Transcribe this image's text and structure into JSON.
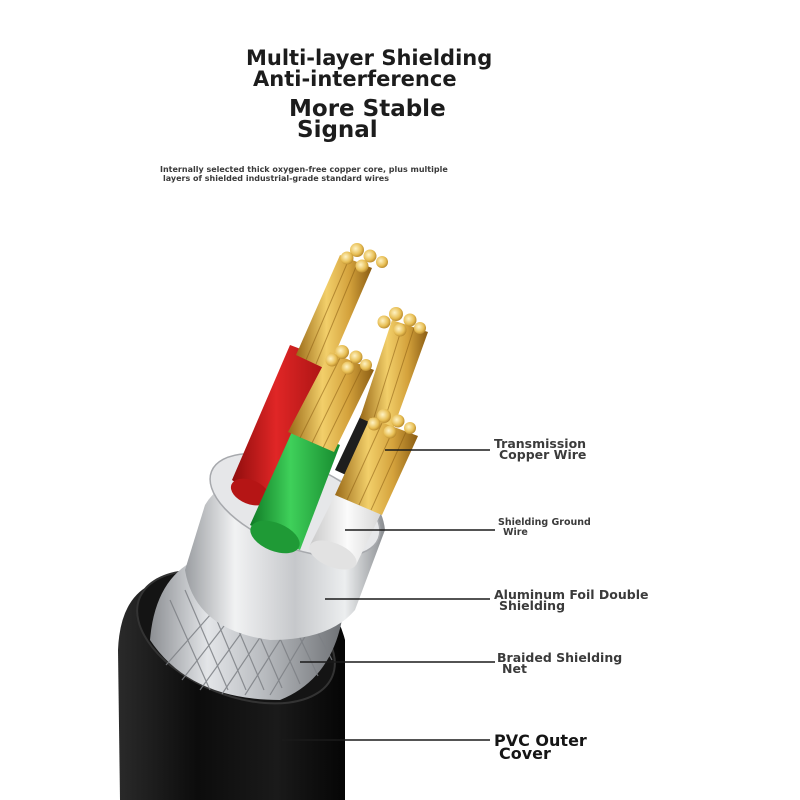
{
  "headline": {
    "line1": "Multi-layer Shielding",
    "line2": "Anti-interference",
    "line3": "More Stable",
    "line4": "Signal"
  },
  "description": {
    "line1": "Internally selected thick oxygen-free copper core, plus multiple",
    "line2": "layers of shielded industrial-grade standard wires"
  },
  "callouts": {
    "transmission": {
      "line1": "Transmission",
      "line2": "Copper Wire"
    },
    "shielding_ground": {
      "line1": "Shielding Ground",
      "line2": "Wire"
    },
    "aluminum_foil": {
      "line1": "Aluminum Foil Double",
      "line2": "Shielding"
    },
    "braided": {
      "line1": "Braided Shielding",
      "line2": "Net"
    },
    "pvc": {
      "line1": "PVC Outer",
      "line2": "Cover"
    }
  },
  "colors": {
    "outer_jacket": "#0f0f0f",
    "braid": "#c7c9cc",
    "foil": "#d9dbdd",
    "red_core": "#d21b1b",
    "green_core": "#21a83a",
    "white_core": "#eeeeee",
    "black_core": "#1e1e1e",
    "copper": "#d4a23c",
    "leader_line": "#1a1a1a"
  }
}
